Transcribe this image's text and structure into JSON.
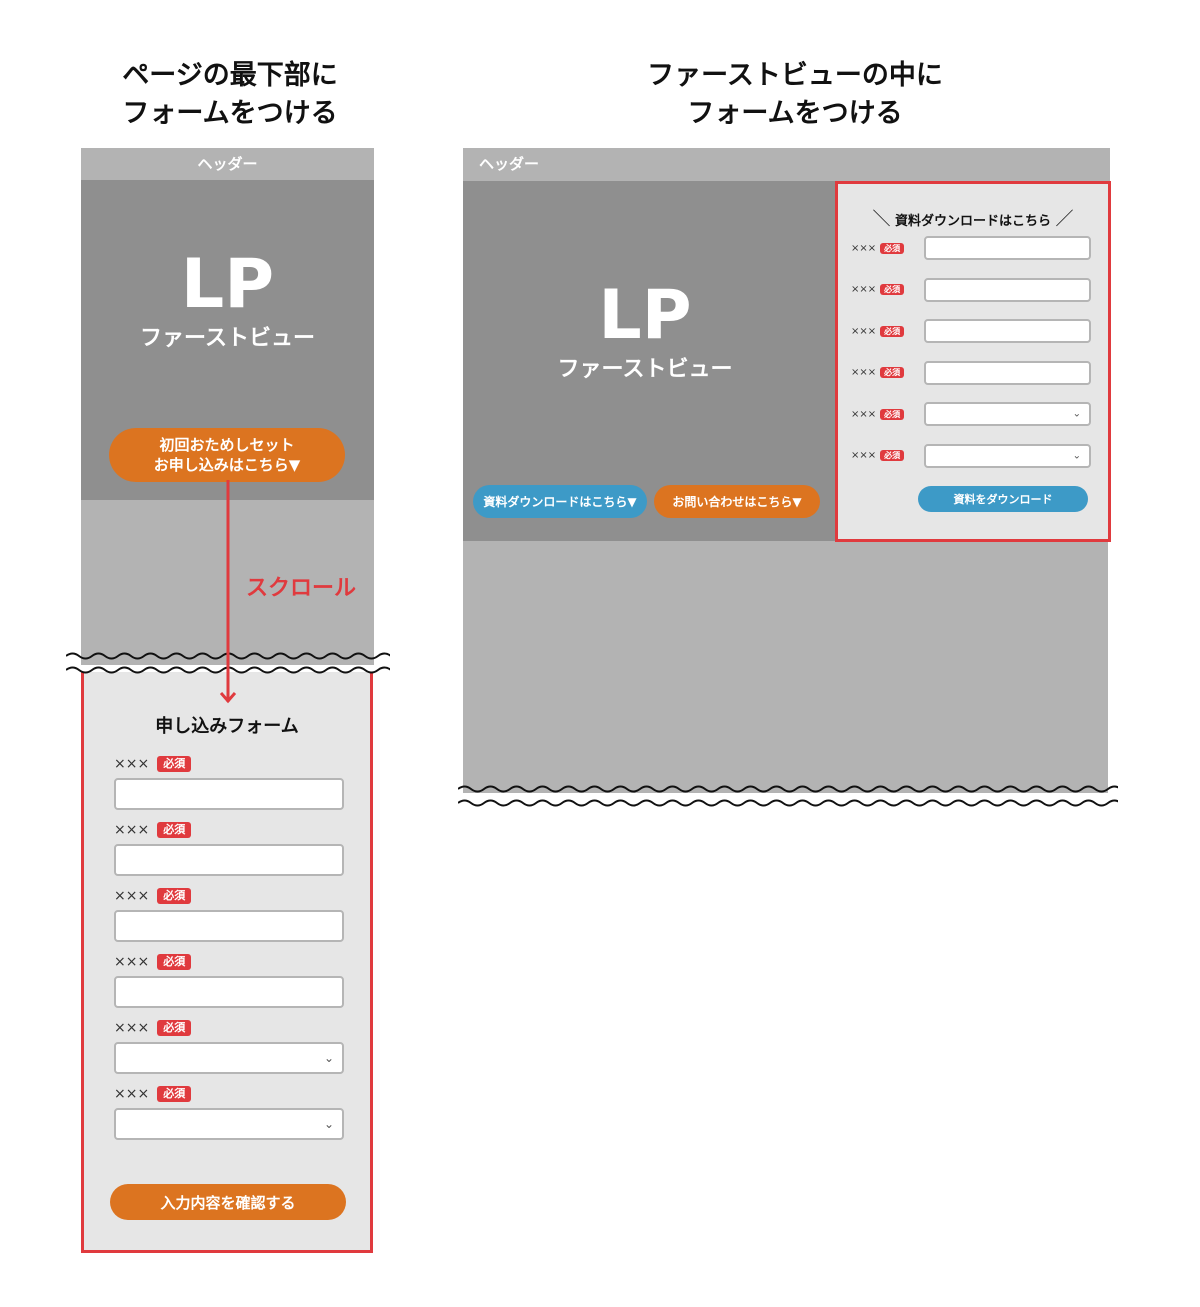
{
  "left": {
    "title": [
      "ページの最下部に",
      "フォームをつける"
    ],
    "header": "ヘッダー",
    "lp": "LP",
    "firstview": "ファーストビュー",
    "cta": [
      "初回おためしセット",
      "お申し込みはこちら▼"
    ],
    "scroll": "スクロール",
    "form": {
      "title": "申し込みフォーム",
      "fields": [
        {
          "label": "×××",
          "required": "必須",
          "type": "text"
        },
        {
          "label": "×××",
          "required": "必須",
          "type": "text"
        },
        {
          "label": "×××",
          "required": "必須",
          "type": "text"
        },
        {
          "label": "×××",
          "required": "必須",
          "type": "text"
        },
        {
          "label": "×××",
          "required": "必須",
          "type": "select"
        },
        {
          "label": "×××",
          "required": "必須",
          "type": "select"
        }
      ],
      "submit": "入力内容を確認する"
    }
  },
  "right": {
    "title": [
      "ファーストビューの中に",
      "フォームをつける"
    ],
    "header": "ヘッダー",
    "lp": "LP",
    "firstview": "ファーストビュー",
    "btn_download": "資料ダウンロードはこちら▼",
    "btn_contact": "お問い合わせはこちら▼",
    "form": {
      "title": "資料ダウンロードはこちら",
      "fields": [
        {
          "label": "×××",
          "required": "必須",
          "type": "text"
        },
        {
          "label": "×××",
          "required": "必須",
          "type": "text"
        },
        {
          "label": "×××",
          "required": "必須",
          "type": "text"
        },
        {
          "label": "×××",
          "required": "必須",
          "type": "text"
        },
        {
          "label": "×××",
          "required": "必須",
          "type": "select"
        },
        {
          "label": "×××",
          "required": "必須",
          "type": "select"
        }
      ],
      "submit": "資料をダウンロード"
    }
  },
  "colors": {
    "accent_red": "#e03a3e",
    "orange": "#dc7420",
    "blue": "#3d9ac7"
  }
}
